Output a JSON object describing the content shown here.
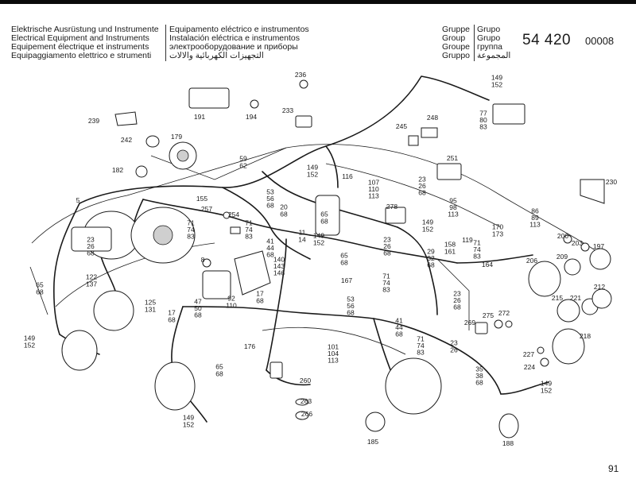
{
  "header": {
    "left_lines": [
      "Elektrische Ausrüstung und Instrumente",
      "Electrical Equipment and Instruments",
      "Equipement électrique et instruments",
      "Equipaggiamento elettrico e strumenti"
    ],
    "mid_lines": [
      "Equipamento eléctrico e instrumentos",
      "Instalación eléctrica e instrumentos",
      "электрооборудование и приборы",
      "التجهيزات الكهربائية والالات"
    ],
    "group_labels": [
      "Gruppe",
      "Group",
      "Groupe",
      "Gruppo"
    ],
    "grupo_labels": [
      "Grupo",
      "Grupo",
      "группа",
      "المجموعة"
    ],
    "group_number": "54 420",
    "sheet_number": "00008"
  },
  "page_number": "91",
  "callouts": [
    {
      "id": "c236",
      "lines": [
        "236"
      ]
    },
    {
      "id": "c191",
      "lines": [
        "191"
      ]
    },
    {
      "id": "c194",
      "lines": [
        "194"
      ]
    },
    {
      "id": "c233",
      "lines": [
        "233"
      ]
    },
    {
      "id": "c239",
      "lines": [
        "239"
      ]
    },
    {
      "id": "c242",
      "lines": [
        "242"
      ]
    },
    {
      "id": "c179",
      "lines": [
        "179"
      ]
    },
    {
      "id": "c182",
      "lines": [
        "182"
      ]
    },
    {
      "id": "c59",
      "lines": [
        "59",
        "62"
      ]
    },
    {
      "id": "c149a",
      "lines": [
        "149",
        "152"
      ]
    },
    {
      "id": "c149b",
      "lines": [
        "149",
        "152"
      ]
    },
    {
      "id": "c77",
      "lines": [
        "77",
        "80",
        "83"
      ]
    },
    {
      "id": "c248",
      "lines": [
        "248"
      ]
    },
    {
      "id": "c245",
      "lines": [
        "245"
      ]
    },
    {
      "id": "c251",
      "lines": [
        "251"
      ]
    },
    {
      "id": "c230",
      "lines": [
        "230"
      ]
    },
    {
      "id": "c116",
      "lines": [
        "116"
      ]
    },
    {
      "id": "c107",
      "lines": [
        "107",
        "110",
        "113"
      ]
    },
    {
      "id": "c23a",
      "lines": [
        "23",
        "26",
        "68"
      ]
    },
    {
      "id": "c278",
      "lines": [
        "278"
      ]
    },
    {
      "id": "c95",
      "lines": [
        "95",
        "98",
        "113"
      ]
    },
    {
      "id": "c149c",
      "lines": [
        "149",
        "152"
      ]
    },
    {
      "id": "c5",
      "lines": [
        "5"
      ]
    },
    {
      "id": "c155",
      "lines": [
        "155"
      ]
    },
    {
      "id": "c53a",
      "lines": [
        "53",
        "56",
        "68"
      ]
    },
    {
      "id": "c20",
      "lines": [
        "20",
        "68"
      ]
    },
    {
      "id": "c257",
      "lines": [
        "257"
      ]
    },
    {
      "id": "c254",
      "lines": [
        "254"
      ]
    },
    {
      "id": "c71a",
      "lines": [
        "71",
        "74",
        "83"
      ]
    },
    {
      "id": "c71b",
      "lines": [
        "71",
        "74",
        "83"
      ]
    },
    {
      "id": "c23b",
      "lines": [
        "23",
        "26",
        "68"
      ]
    },
    {
      "id": "c8",
      "lines": [
        "8"
      ]
    },
    {
      "id": "c41a",
      "lines": [
        "41",
        "44",
        "68"
      ]
    },
    {
      "id": "c11",
      "lines": [
        "11",
        "14"
      ]
    },
    {
      "id": "c149d",
      "lines": [
        "149",
        "152"
      ]
    },
    {
      "id": "c65a",
      "lines": [
        "65",
        "68"
      ]
    },
    {
      "id": "c23c",
      "lines": [
        "23",
        "26",
        "68"
      ]
    },
    {
      "id": "c65b",
      "lines": [
        "65",
        "68"
      ]
    },
    {
      "id": "c140",
      "lines": [
        "140",
        "143",
        "146"
      ]
    },
    {
      "id": "c167",
      "lines": [
        "167"
      ]
    },
    {
      "id": "c29",
      "lines": [
        "29",
        "32",
        "68"
      ]
    },
    {
      "id": "c158",
      "lines": [
        "158",
        "161"
      ]
    },
    {
      "id": "c119",
      "lines": [
        "119"
      ]
    },
    {
      "id": "c71c",
      "lines": [
        "71",
        "74",
        "83"
      ]
    },
    {
      "id": "c170",
      "lines": [
        "170",
        "173"
      ]
    },
    {
      "id": "c86",
      "lines": [
        "86",
        "89",
        "113"
      ]
    },
    {
      "id": "c200",
      "lines": [
        "200"
      ]
    },
    {
      "id": "c203",
      "lines": [
        "203"
      ]
    },
    {
      "id": "c197",
      "lines": [
        "197"
      ]
    },
    {
      "id": "c209",
      "lines": [
        "209"
      ]
    },
    {
      "id": "c206",
      "lines": [
        "206"
      ]
    },
    {
      "id": "c164",
      "lines": [
        "164"
      ]
    },
    {
      "id": "c71d",
      "lines": [
        "71",
        "74",
        "83"
      ]
    },
    {
      "id": "c65c",
      "lines": [
        "65",
        "68"
      ]
    },
    {
      "id": "c122",
      "lines": [
        "122",
        "137"
      ]
    },
    {
      "id": "c17a",
      "lines": [
        "17",
        "68"
      ]
    },
    {
      "id": "c92",
      "lines": [
        "92",
        "110"
      ]
    },
    {
      "id": "c125",
      "lines": [
        "125",
        "131"
      ]
    },
    {
      "id": "c17b",
      "lines": [
        "17",
        "68"
      ]
    },
    {
      "id": "c47",
      "lines": [
        "47",
        "50",
        "68"
      ]
    },
    {
      "id": "c53b",
      "lines": [
        "53",
        "56",
        "68"
      ]
    },
    {
      "id": "c41b",
      "lines": [
        "41",
        "44",
        "68"
      ]
    },
    {
      "id": "c71e",
      "lines": [
        "71",
        "74",
        "83"
      ]
    },
    {
      "id": "c23d",
      "lines": [
        "23",
        "26",
        "68"
      ]
    },
    {
      "id": "c23e",
      "lines": [
        "23",
        "26"
      ]
    },
    {
      "id": "c269",
      "lines": [
        "269"
      ]
    },
    {
      "id": "c275",
      "lines": [
        "275"
      ]
    },
    {
      "id": "c272",
      "lines": [
        "272"
      ]
    },
    {
      "id": "c215",
      "lines": [
        "215"
      ]
    },
    {
      "id": "c221",
      "lines": [
        "221"
      ]
    },
    {
      "id": "c212",
      "lines": [
        "212"
      ]
    },
    {
      "id": "c218",
      "lines": [
        "218"
      ]
    },
    {
      "id": "c227",
      "lines": [
        "227"
      ]
    },
    {
      "id": "c224",
      "lines": [
        "224"
      ]
    },
    {
      "id": "c149e",
      "lines": [
        "149",
        "152"
      ]
    },
    {
      "id": "c176",
      "lines": [
        "176"
      ]
    },
    {
      "id": "c101",
      "lines": [
        "101",
        "104",
        "113"
      ]
    },
    {
      "id": "c65d",
      "lines": [
        "65",
        "68"
      ]
    },
    {
      "id": "c260",
      "lines": [
        "260"
      ]
    },
    {
      "id": "c263",
      "lines": [
        "263"
      ]
    },
    {
      "id": "c266",
      "lines": [
        "266"
      ]
    },
    {
      "id": "c149f",
      "lines": [
        "149",
        "152"
      ]
    },
    {
      "id": "c35",
      "lines": [
        "35",
        "38",
        "68"
      ]
    },
    {
      "id": "c149g",
      "lines": [
        "149",
        "152"
      ]
    },
    {
      "id": "c185",
      "lines": [
        "185"
      ]
    },
    {
      "id": "c188",
      "lines": [
        "188"
      ]
    }
  ]
}
